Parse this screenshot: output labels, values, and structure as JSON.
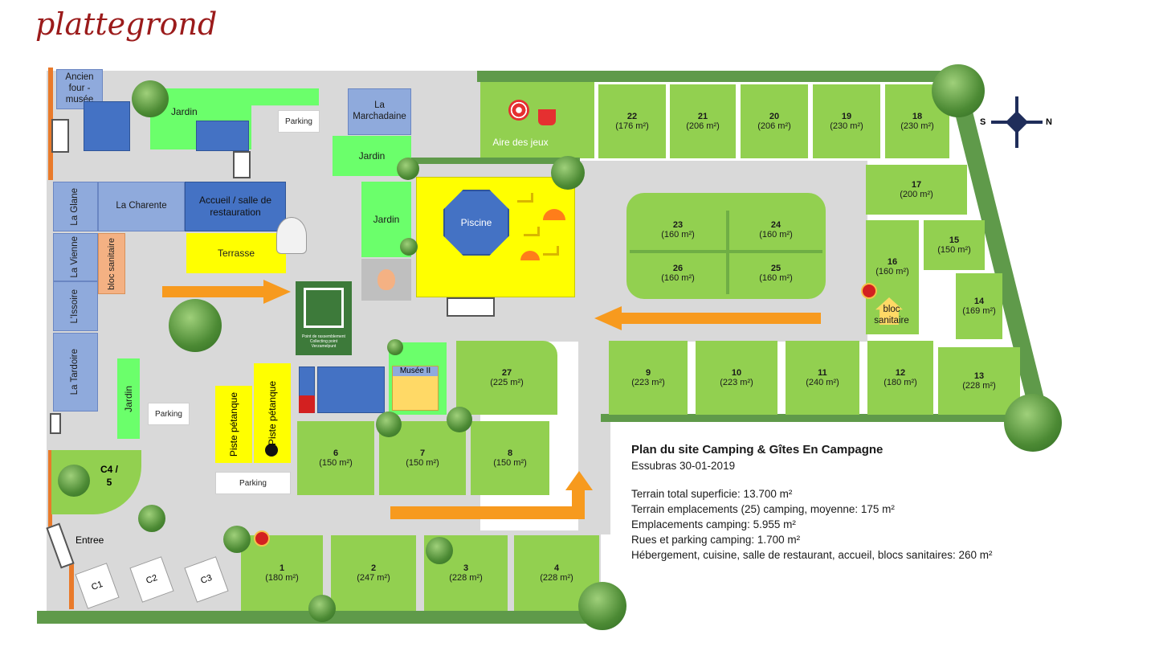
{
  "title": "plattegrond",
  "buildings": {
    "ancien_four": "Ancien four - musée",
    "la_marchadaine": "La Marchadaine",
    "la_glane": "La Glane",
    "la_charente": "La Charente",
    "accueil": "Accueil / salle de restauration",
    "la_vienne": "La Vienne",
    "bloc_sanitaire_w": "bloc sanitaire",
    "l_issoire": "L'Issoire",
    "la_tardoire": "La Tardoire",
    "musee_ii": "Musée II",
    "piscine": "Piscine",
    "terrasse": "Terrasse",
    "bloc_sanitaire_e": "bloc sanitaire"
  },
  "labels": {
    "jardin": "Jardin",
    "parking": "Parking",
    "aire_des_jeux": "Aire des jeux",
    "piste_petanque": "Piste pétanque",
    "entree": "Entree",
    "c1": "C1",
    "c2": "C2",
    "c3": "C3",
    "c45": "C4 / 5",
    "assembly": "Point de rassemblement Collecting point Verzamelpunt",
    "compass_s": "S",
    "compass_n": "N"
  },
  "plots": [
    {
      "id": "22",
      "n": "22",
      "a": "(176 m²)"
    },
    {
      "id": "21",
      "n": "21",
      "a": "(206 m²)"
    },
    {
      "id": "20",
      "n": "20",
      "a": "(206 m²)"
    },
    {
      "id": "19",
      "n": "19",
      "a": "(230 m²)"
    },
    {
      "id": "18",
      "n": "18",
      "a": "(230 m²)"
    },
    {
      "id": "17",
      "n": "17",
      "a": "(200 m²)"
    },
    {
      "id": "23",
      "n": "23",
      "a": "(160 m²)"
    },
    {
      "id": "24",
      "n": "24",
      "a": "(160 m²)"
    },
    {
      "id": "26",
      "n": "26",
      "a": "(160 m²)"
    },
    {
      "id": "25",
      "n": "25",
      "a": "(160 m²)"
    },
    {
      "id": "16",
      "n": "16",
      "a": "(160 m²)"
    },
    {
      "id": "15",
      "n": "15",
      "a": "(150 m²)"
    },
    {
      "id": "14",
      "n": "14",
      "a": "(169 m²)"
    },
    {
      "id": "9",
      "n": "9",
      "a": "(223 m²)"
    },
    {
      "id": "10",
      "n": "10",
      "a": "(223 m²)"
    },
    {
      "id": "11",
      "n": "11",
      "a": "(240 m²)"
    },
    {
      "id": "12",
      "n": "12",
      "a": "(180 m²)"
    },
    {
      "id": "13",
      "n": "13",
      "a": "(228 m²)"
    },
    {
      "id": "27",
      "n": "27",
      "a": "(225 m²)"
    },
    {
      "id": "6",
      "n": "6",
      "a": "(150 m²)"
    },
    {
      "id": "7",
      "n": "7",
      "a": "(150 m²)"
    },
    {
      "id": "8",
      "n": "8",
      "a": "(150 m²)"
    },
    {
      "id": "1",
      "n": "1",
      "a": "(180 m²)"
    },
    {
      "id": "2",
      "n": "2",
      "a": "(247 m²)"
    },
    {
      "id": "3",
      "n": "3",
      "a": "(228 m²)"
    },
    {
      "id": "4",
      "n": "4",
      "a": "(228 m²)"
    }
  ],
  "info": {
    "heading": "Plan du site Camping & Gîtes En Campagne",
    "subtitle": "Essubras 30-01-2019",
    "lines": [
      "Terrain total superficie: 13.700 m²",
      "Terrain emplacements (25) camping, moyenne: 175 m²",
      "Emplacements camping: 5.955 m²",
      "Rues et parking camping: 1.700 m²",
      "Hébergement, cuisine, salle de restaurant, accueil, blocs sanitaires: 260 m²"
    ]
  },
  "colors": {
    "road": "#d9d9d9",
    "hedge": "#5f9a4a",
    "lawn": "#92d050",
    "jardin": "#6bff6b",
    "building": "#4472c4",
    "building_light": "#8faadc",
    "yellow": "#ffff00",
    "arrow": "#f79a1e",
    "title": "#9b1b1b"
  },
  "icons": [
    "beach-ball-icon",
    "sand-bucket-icon",
    "compass-rose-icon",
    "deck-chair-icon",
    "parasol-icon",
    "pizza-oven-icon",
    "fire-icon",
    "assembly-point-icon",
    "fire-extinguisher-icon",
    "waste-bin-icon",
    "ping-pong-icon",
    "gate-icon",
    "sanitary-house-icon",
    "tree-icon"
  ]
}
